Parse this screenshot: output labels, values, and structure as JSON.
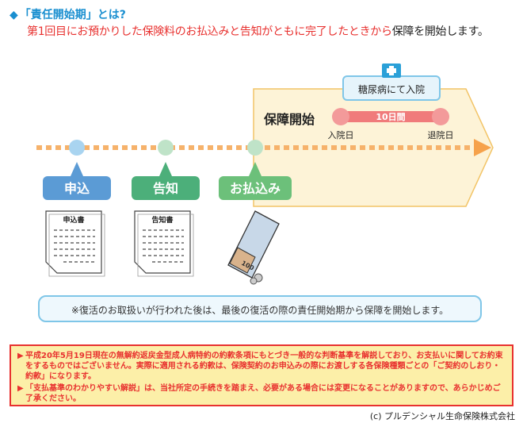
{
  "header": {
    "title_prefix": "◆",
    "title": "「責任開始期」とは?",
    "subtitle_highlight": "第1回目にお預かりした保険料のお払込みと告知がともに完了したときから",
    "subtitle_plain": "保障",
    "subtitle_highlight2": "を",
    "subtitle_end": "開始します。"
  },
  "diagram": {
    "coverage_start_label": "保障開始",
    "hospital_label": "糖尿病にて入院",
    "duration_label": "10日間",
    "admission_label": "入院日",
    "discharge_label": "退院日",
    "steps": [
      {
        "label": "申込",
        "color": "#5b9bd5",
        "doc_title": "申込書"
      },
      {
        "label": "告知",
        "color": "#4caf7a",
        "doc_title": "告知書"
      },
      {
        "label": "お払込み",
        "color": "#6cc07a",
        "doc_title": ""
      }
    ],
    "money_label": "100"
  },
  "notice": "※復活のお取扱いが行われた後は、最後の復活の際の責任開始期から保障を開始します。",
  "disclaimer": {
    "marker": "▶",
    "para1": "平成20年5月19日現在の無解約返戻金型成人病特約の約款条項にもとづき一般的な判断基準を解説しており、お支払いに関してお約束をするものではございません。実際に適用される約款は、保険契約のお申込みの際にお渡しする各保険種類ごとの「ご契約のしおり・約款」になります。",
    "para2": "「支払基準のわかりやすい解説」は、当社所定の手続きを踏まえ、必要がある場合には変更になることがありますので、あらかじめご了承ください。"
  },
  "copyright": "(c) プルデンシャル生命保険株式会社"
}
